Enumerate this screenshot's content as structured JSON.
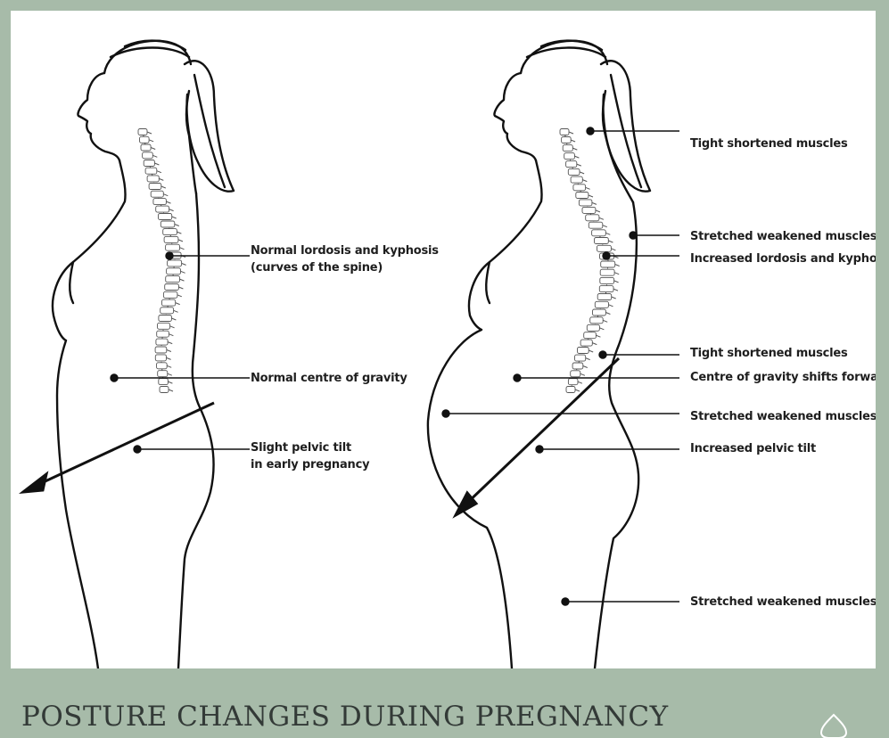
{
  "title": "POSTURE CHANGES DURING PREGNANCY",
  "colors": {
    "background": "#a7bba9",
    "panel": "#ffffff",
    "ink": "#111111",
    "title": "#333a37"
  },
  "left_figure": {
    "labels": [
      {
        "line1": "Normal lordosis and kyphosis",
        "line2": "(curves of the spine)"
      },
      {
        "line1": "Normal centre of gravity"
      },
      {
        "line1": "Slight pelvic tilt",
        "line2": "in early pregnancy"
      }
    ]
  },
  "right_figure": {
    "labels": [
      "Tight shortened muscles",
      "Stretched weakened muscles",
      "Increased lordosis and kyphosis",
      "Tight shortened muscles",
      "Centre of gravity shifts forward",
      "Stretched weakened muscles",
      "Increased pelvic tilt",
      "Stretched weakened muscles"
    ]
  },
  "icons": {
    "corner": "drop-outline-icon"
  }
}
